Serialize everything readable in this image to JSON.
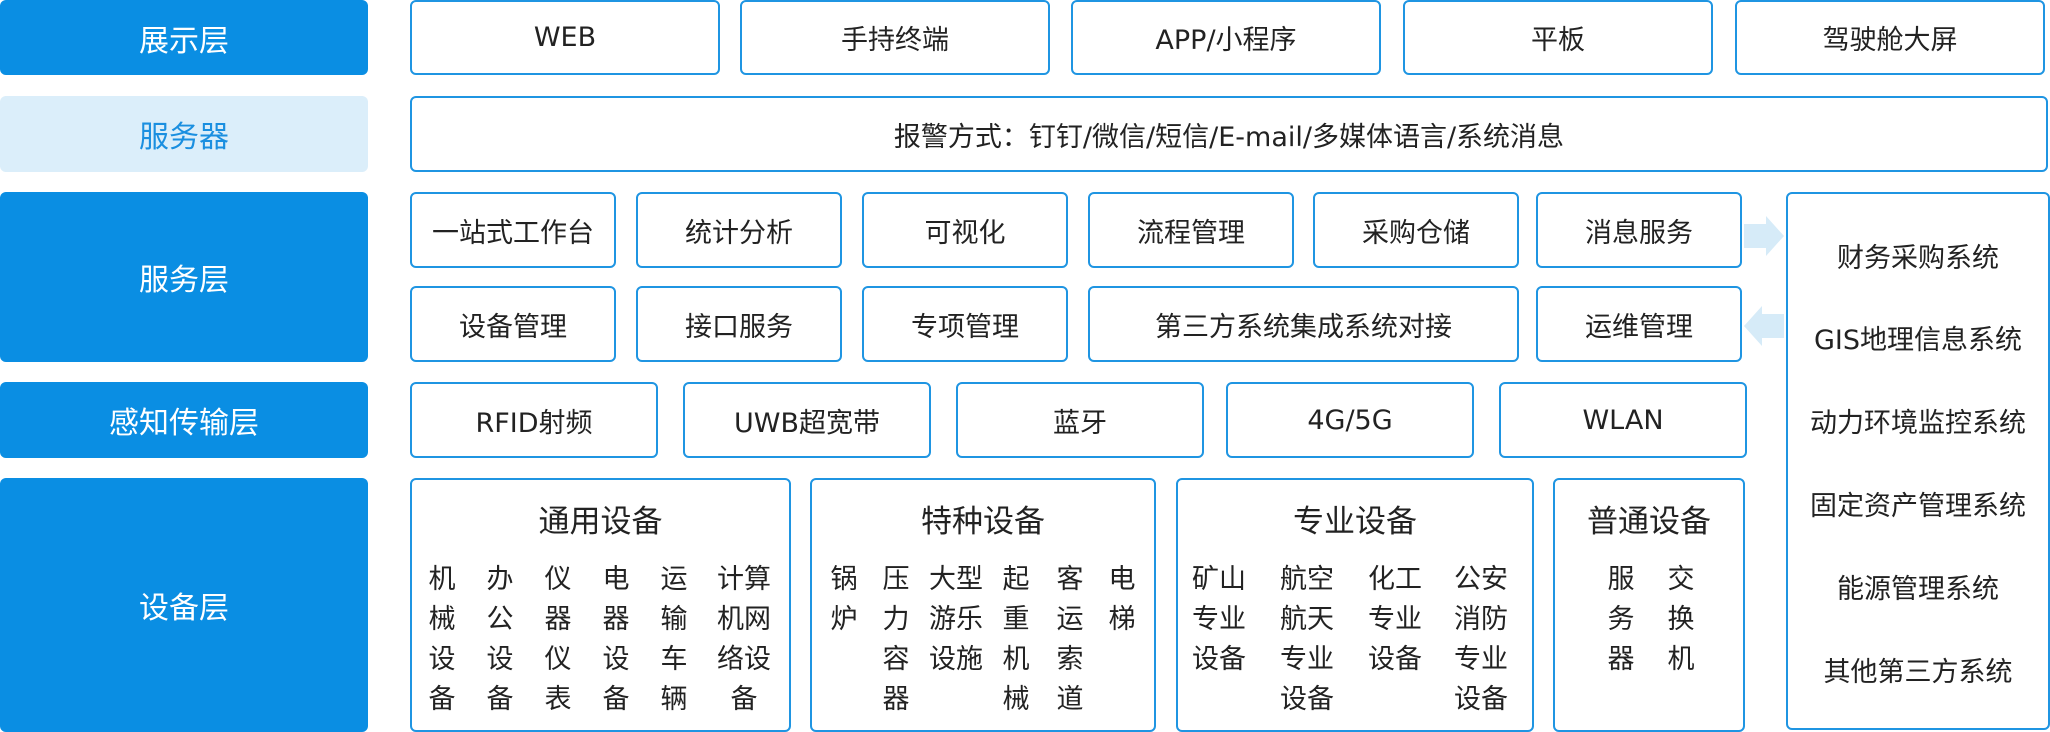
{
  "layers": {
    "display": "展示层",
    "server": "服务器",
    "service": "服务层",
    "sensing": "感知传输层",
    "device": "设备层"
  },
  "display_items": [
    "WEB",
    "手持终端",
    "APP/小程序",
    "平板",
    "驾驶舱大屏"
  ],
  "alarm_text": "报警方式：钉钉/微信/短信/E-mail/多媒体语言/系统消息",
  "service_row1": [
    "一站式工作台",
    "统计分析",
    "可视化",
    "流程管理",
    "采购仓储",
    "消息服务"
  ],
  "service_row2": [
    "设备管理",
    "接口服务",
    "专项管理",
    "第三方系统集成系统对接",
    "运维管理"
  ],
  "sensing_items": [
    "RFID射频",
    "UWB超宽带",
    "蓝牙",
    "4G/5G",
    "WLAN"
  ],
  "devices": {
    "general": {
      "title": "通用设备",
      "columns": [
        "机\n械\n设\n备",
        "办\n公\n设\n备",
        "仪\n器\n仪\n表",
        "电\n器\n设\n备",
        "运\n输\n车\n辆",
        "计算\n机网\n络设\n备"
      ]
    },
    "special": {
      "title": "特种设备",
      "columns": [
        "锅\n炉",
        "压\n力\n容\n器",
        "大型\n游乐\n设施",
        "起\n重\n机\n械",
        "客\n运\n索\n道",
        "电\n梯"
      ]
    },
    "professional": {
      "title": "专业设备",
      "columns": [
        "矿山\n专业\n设备",
        "航空\n航天\n专业\n设备",
        "化工\n专业\n设备",
        "公安\n消防\n专业\n设备"
      ]
    },
    "ordinary": {
      "title": "普通设备",
      "columns": [
        "服\n务\n器",
        "交\n换\n机"
      ]
    }
  },
  "third_party_systems": [
    "财务采购系统",
    "GIS地理信息系统",
    "动力环境监控系统",
    "固定资产管理系统",
    "能源管理系统",
    "其他第三方系统"
  ],
  "colors": {
    "primary": "#0a8ee3",
    "light": "#dbeefa",
    "border": "#1f95e2",
    "arrow": "#d6ebf8"
  }
}
